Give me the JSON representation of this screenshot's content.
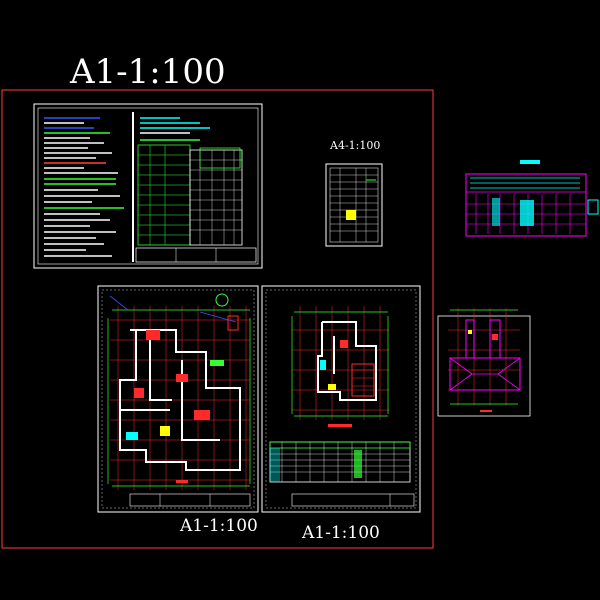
{
  "labels": {
    "overall_scale": "A1-1:100",
    "small_sheet_scale": "A4-1:100",
    "sheet_1_scale": "A1-1:100",
    "sheet_2_scale": "A1-1:100"
  },
  "colors": {
    "background": "#000000",
    "outer_frame": "#ff3b3b",
    "sheet_border": "#ffffff",
    "grid_axis": "#ff2a2a",
    "wall": "#ffffff",
    "dimension": "#33ff33",
    "highlight_yellow": "#ffff00",
    "magenta": "#ff00ff",
    "cyan": "#00ffff",
    "blue": "#3355ff"
  }
}
